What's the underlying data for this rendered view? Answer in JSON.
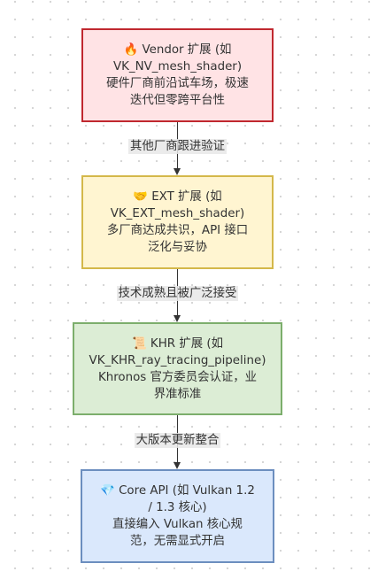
{
  "colors": {
    "vendor": {
      "fill": "#ffe3e5",
      "border": "#c0282f"
    },
    "ext": {
      "fill": "#fff5d1",
      "border": "#d4b84a"
    },
    "khr": {
      "fill": "#dcedd5",
      "border": "#7cae6c"
    },
    "core": {
      "fill": "#dae8fc",
      "border": "#6c8ebf"
    },
    "edge": "#333333"
  },
  "nodes": [
    {
      "id": "vendor",
      "icon": "fire-icon",
      "text": "🔥 Vendor 扩展 (如\nVK_NV_mesh_shader)\n硬件厂商前沿试车场，极速\n迭代但零跨平台性"
    },
    {
      "id": "ext",
      "icon": "handshake-icon",
      "text": "🤝 EXT 扩展 (如\nVK_EXT_mesh_shader)\n多厂商达成共识，API 接口\n泛化与妥协"
    },
    {
      "id": "khr",
      "icon": "scroll-icon",
      "text": "📜 KHR 扩展 (如\nVK_KHR_ray_tracing_pipeline)\nKhronos 官方委员会认证，业\n界准标准"
    },
    {
      "id": "core",
      "icon": "gem-icon",
      "text": "💎 Core API (如 Vulkan 1.2\n/ 1.3 核心)\n直接编入 Vulkan 核心规\n范，无需显式开启"
    }
  ],
  "edges": [
    {
      "from": "vendor",
      "to": "ext",
      "label": "其他厂商跟进验证"
    },
    {
      "from": "ext",
      "to": "khr",
      "label": "技术成熟且被广泛接受"
    },
    {
      "from": "khr",
      "to": "core",
      "label": "大版本更新整合"
    }
  ]
}
